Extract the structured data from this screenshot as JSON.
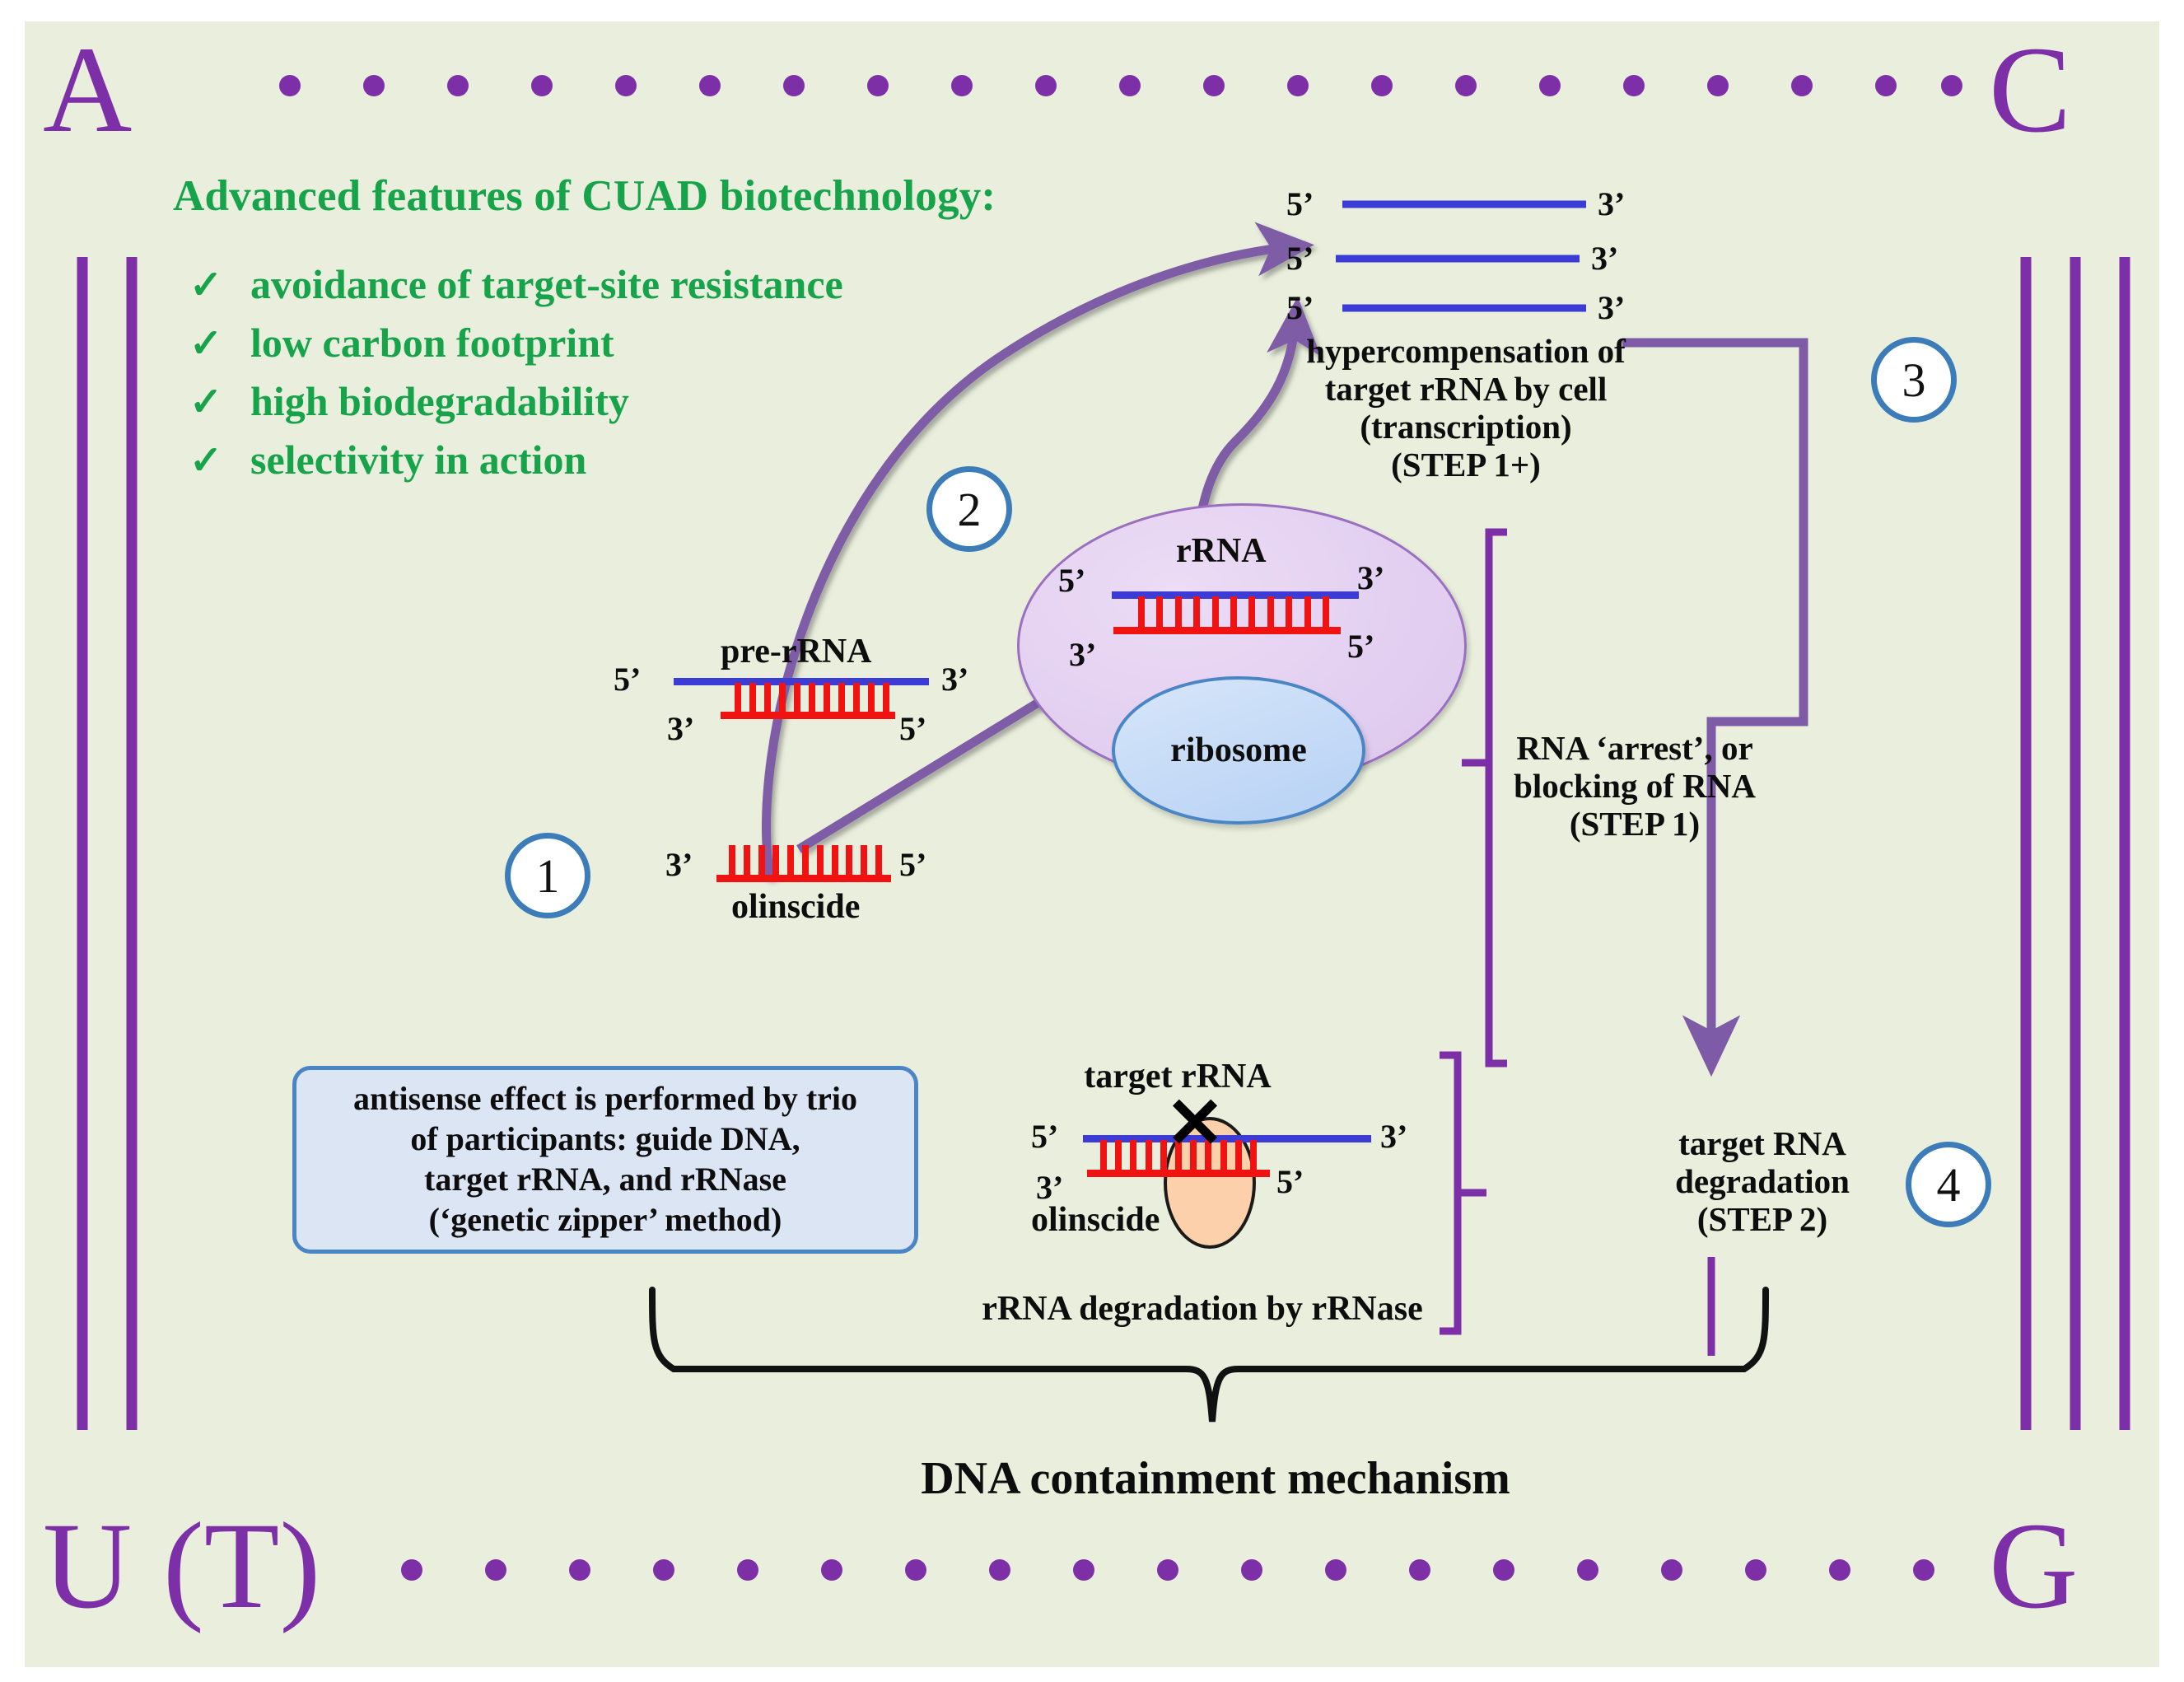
{
  "canvas": {
    "background": "#e9efdc",
    "accent_purple": "#7d2fa8",
    "accent_green": "#16a34a",
    "accent_blue": "#3c7cb8",
    "strand_blue": "#3b3bd6",
    "strand_red": "#f11212",
    "arrow_purple": "#7e5ba6"
  },
  "corner_bases": {
    "top_left": "A",
    "top_right": "C",
    "bottom_left": "U (T)",
    "bottom_right": "G"
  },
  "features": {
    "title": "Advanced features of CUAD biotechnology:",
    "check_glyph": "✓",
    "items": [
      "avoidance of target-site resistance",
      "low carbon footprint",
      "high biodegradability",
      "selectivity in action"
    ]
  },
  "steps": {
    "one": "1",
    "two": "2",
    "three": "3",
    "four": "4"
  },
  "prerrna": {
    "label": "pre-rRNA",
    "five_prime_top": "5’",
    "three_prime_top": "3’",
    "three_prime_bottom": "3’",
    "five_prime_bottom": "5’"
  },
  "olinscide": {
    "label": "olinscide",
    "three_prime": "3’",
    "five_prime": "5’"
  },
  "cell": {
    "rrna_label": "rRNA",
    "five_prime_top": "5’",
    "three_prime_top": "3’",
    "three_prime_bottom": "3’",
    "five_prime_bottom": "5’",
    "ribosome_label": "ribosome"
  },
  "transcription": {
    "strands": [
      {
        "five": "5’",
        "three": "3’"
      },
      {
        "five": "5’",
        "three": "3’"
      },
      {
        "five": "5’",
        "three": "3’"
      }
    ],
    "caption_lines": [
      "hypercompensation of",
      "target rRNA by cell",
      "(transcription)",
      "(STEP 1+)"
    ]
  },
  "arrest": {
    "lines": [
      "RNA ‘arrest’, or",
      "blocking of RNA",
      "(STEP 1)"
    ]
  },
  "degradation": {
    "lines": [
      "target RNA",
      "degradation",
      "(STEP 2)"
    ]
  },
  "antisense_box": {
    "lines": [
      "antisense effect is performed by trio",
      "of participants: guide DNA,",
      "target rRNA, and rRNase",
      "(‘genetic zipper’ method)"
    ]
  },
  "target_complex": {
    "title": "target rRNA",
    "olinscide_label": "olinscide",
    "five_prime_top": "5’",
    "three_prime_top": "3’",
    "three_prime_bottom": "3’",
    "five_prime_bottom": "5’",
    "x_glyph": "✕",
    "caption": "rRNA degradation by rRNase"
  },
  "footer": {
    "title": "DNA containment mechanism"
  }
}
